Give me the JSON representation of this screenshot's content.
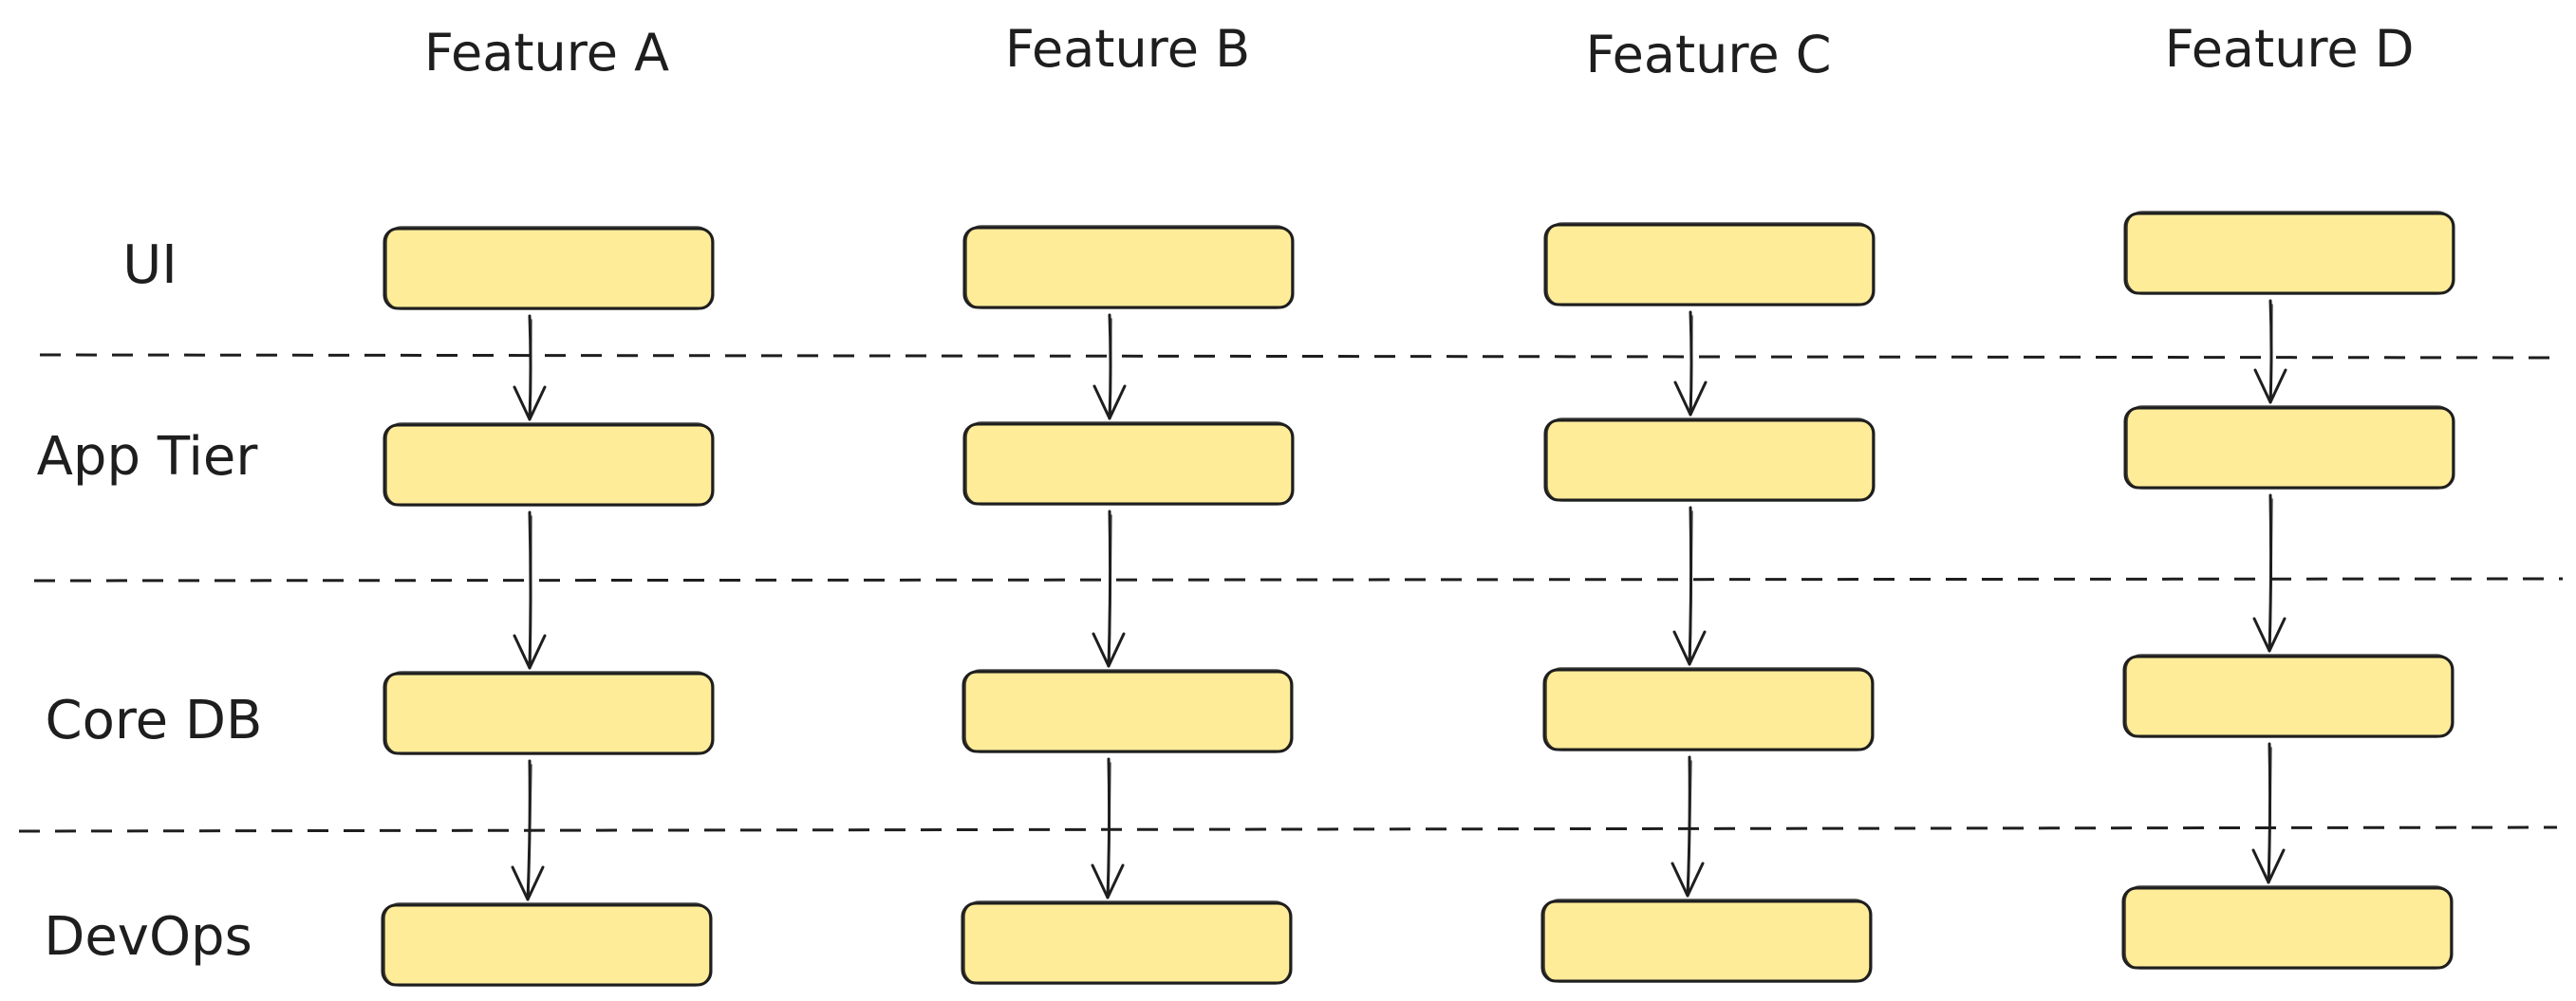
{
  "columns": [
    {
      "label": "Feature A"
    },
    {
      "label": "Feature B"
    },
    {
      "label": "Feature C"
    },
    {
      "label": "Feature D"
    }
  ],
  "rows": [
    {
      "label": "UI"
    },
    {
      "label": "App Tier"
    },
    {
      "label": "Core DB"
    },
    {
      "label": "DevOps"
    }
  ],
  "colors": {
    "box_fill": "#ffec99",
    "stroke": "#1e1e1e",
    "background": "#ffffff"
  }
}
